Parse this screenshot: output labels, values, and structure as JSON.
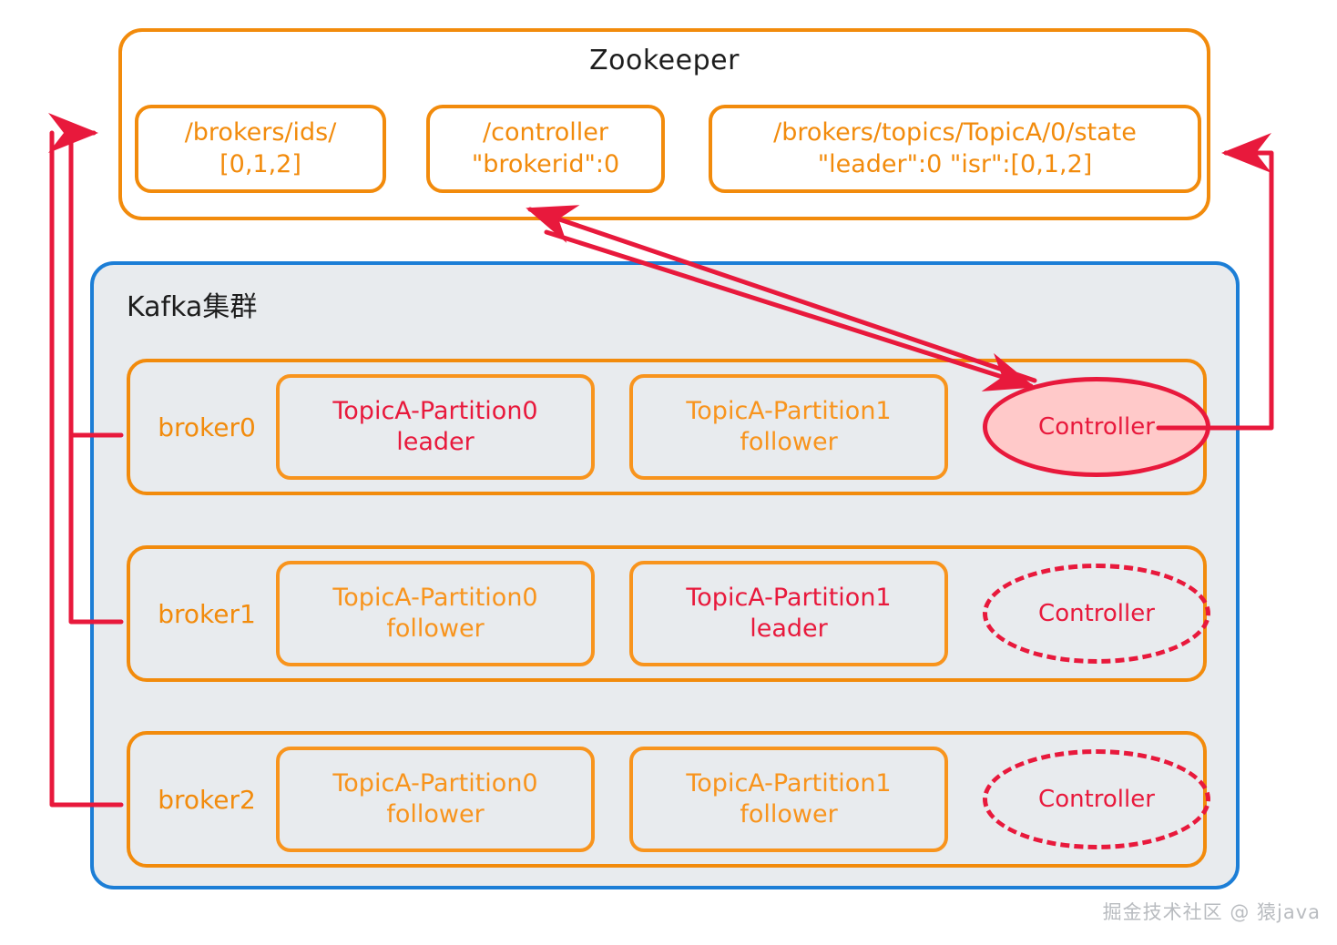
{
  "zookeeper": {
    "title": "Zookeeper",
    "znodes": [
      {
        "name": "brokers-ids",
        "line1": "/brokers/ids/",
        "line2": "[0,1,2]"
      },
      {
        "name": "controller",
        "line1": "/controller",
        "line2": "\"brokerid\":0"
      },
      {
        "name": "topic-state",
        "line1": "/brokers/topics/TopicA/0/state",
        "line2": "\"leader\":0  \"isr\":[0,1,2]"
      }
    ]
  },
  "kafka_cluster": {
    "title": "Kafka集群",
    "brokers": [
      {
        "label": "broker0",
        "partitions": [
          {
            "name": "TopicA-Partition0",
            "role": "leader"
          },
          {
            "name": "TopicA-Partition1",
            "role": "follower"
          }
        ],
        "controller": {
          "label": "Controller",
          "state": "active"
        }
      },
      {
        "label": "broker1",
        "partitions": [
          {
            "name": "TopicA-Partition0",
            "role": "follower"
          },
          {
            "name": "TopicA-Partition1",
            "role": "leader"
          }
        ],
        "controller": {
          "label": "Controller",
          "state": "inactive"
        }
      },
      {
        "label": "broker2",
        "partitions": [
          {
            "name": "TopicA-Partition0",
            "role": "follower"
          },
          {
            "name": "TopicA-Partition1",
            "role": "follower"
          }
        ],
        "controller": {
          "label": "Controller",
          "state": "inactive"
        }
      }
    ]
  },
  "watermark": "掘金技术社区 @ 猿java",
  "colors": {
    "orange": "#f28b0c",
    "orange_light": "#f8941d",
    "red": "#e8193c",
    "blue": "#1c7ed6",
    "cluster_fill": "#e8ebee",
    "controller_fill": "#ffc9c9",
    "text_dark": "#1d1d1d"
  }
}
